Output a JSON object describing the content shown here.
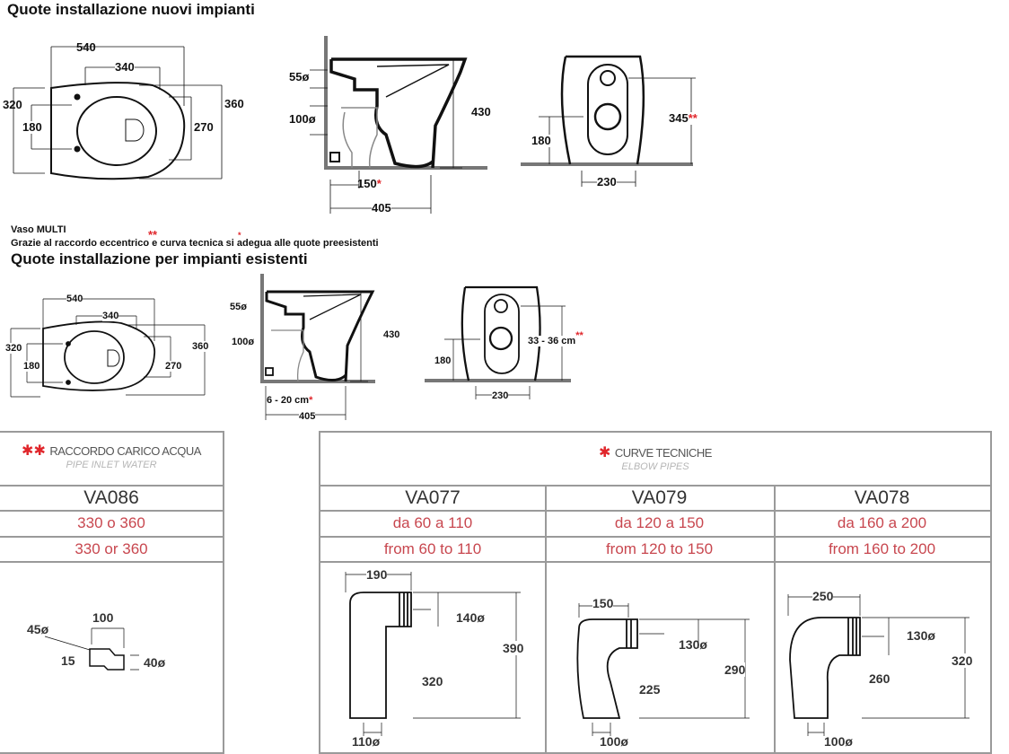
{
  "section1": {
    "title": "Quote installazione nuovi impianti",
    "top_view": {
      "w_total": "540",
      "w_fix": "340",
      "h_total": "320",
      "h_fix": "180",
      "seat": "270",
      "depth": "360"
    },
    "side_view": {
      "inlet": "55ø",
      "outlet": "100ø",
      "height": "430",
      "offset": "150",
      "offset_mark": "*",
      "length": "405"
    },
    "front_view": {
      "floor": "180",
      "inlet_h": "345",
      "inlet_mark": "**",
      "width": "230"
    }
  },
  "note": {
    "product": "Vaso MULTI",
    "text": "Grazie al raccordo eccentrico e curva tecnica si adegua alle quote preesistenti",
    "mark1": "**",
    "mark2": "*"
  },
  "section2": {
    "title": "Quote installazione per impianti esistenti",
    "top_view": {
      "w_total": "540",
      "w_fix": "340",
      "h_total": "320",
      "h_fix": "180",
      "seat": "270",
      "depth": "360"
    },
    "side_view": {
      "inlet": "55ø",
      "outlet": "100ø",
      "height": "430",
      "offset": "6 - 20 cm",
      "offset_mark": "*",
      "length": "405"
    },
    "front_view": {
      "floor": "180",
      "inlet_h": "33 - 36 cm",
      "inlet_mark": "**",
      "width": "230"
    }
  },
  "table_left": {
    "mark": "✱✱",
    "title": "RACCORDO CARICO ACQUA",
    "subtitle": "PIPE INLET WATER",
    "code": "VA086",
    "range_it": "330 o 360",
    "range_en": "330 or 360",
    "dims": {
      "d1": "45ø",
      "len": "100",
      "off": "15",
      "d2": "40ø"
    }
  },
  "table_right": {
    "mark": "✱",
    "title": "CURVE TECNICHE",
    "subtitle": "ELBOW PIPES",
    "items": [
      {
        "code": "VA077",
        "range_it": "da 60 a 110",
        "range_en": "from 60 to 110",
        "top": "190",
        "d_in": "140ø",
        "h": "390",
        "axis": "320",
        "d_out": "110ø"
      },
      {
        "code": "VA079",
        "range_it": "da 120 a 150",
        "range_en": "from 120 to 150",
        "top": "150",
        "d_in": "130ø",
        "h": "290",
        "axis": "225",
        "d_out": "100ø"
      },
      {
        "code": "VA078",
        "range_it": "da 160 a 200",
        "range_en": "from 160 to 200",
        "top": "250",
        "d_in": "130ø",
        "h": "320",
        "axis": "260",
        "d_out": "100ø"
      }
    ]
  },
  "colors": {
    "accent_red": "#e0262b",
    "range_red": "#c8474f",
    "grid": "#9a9a9a"
  }
}
